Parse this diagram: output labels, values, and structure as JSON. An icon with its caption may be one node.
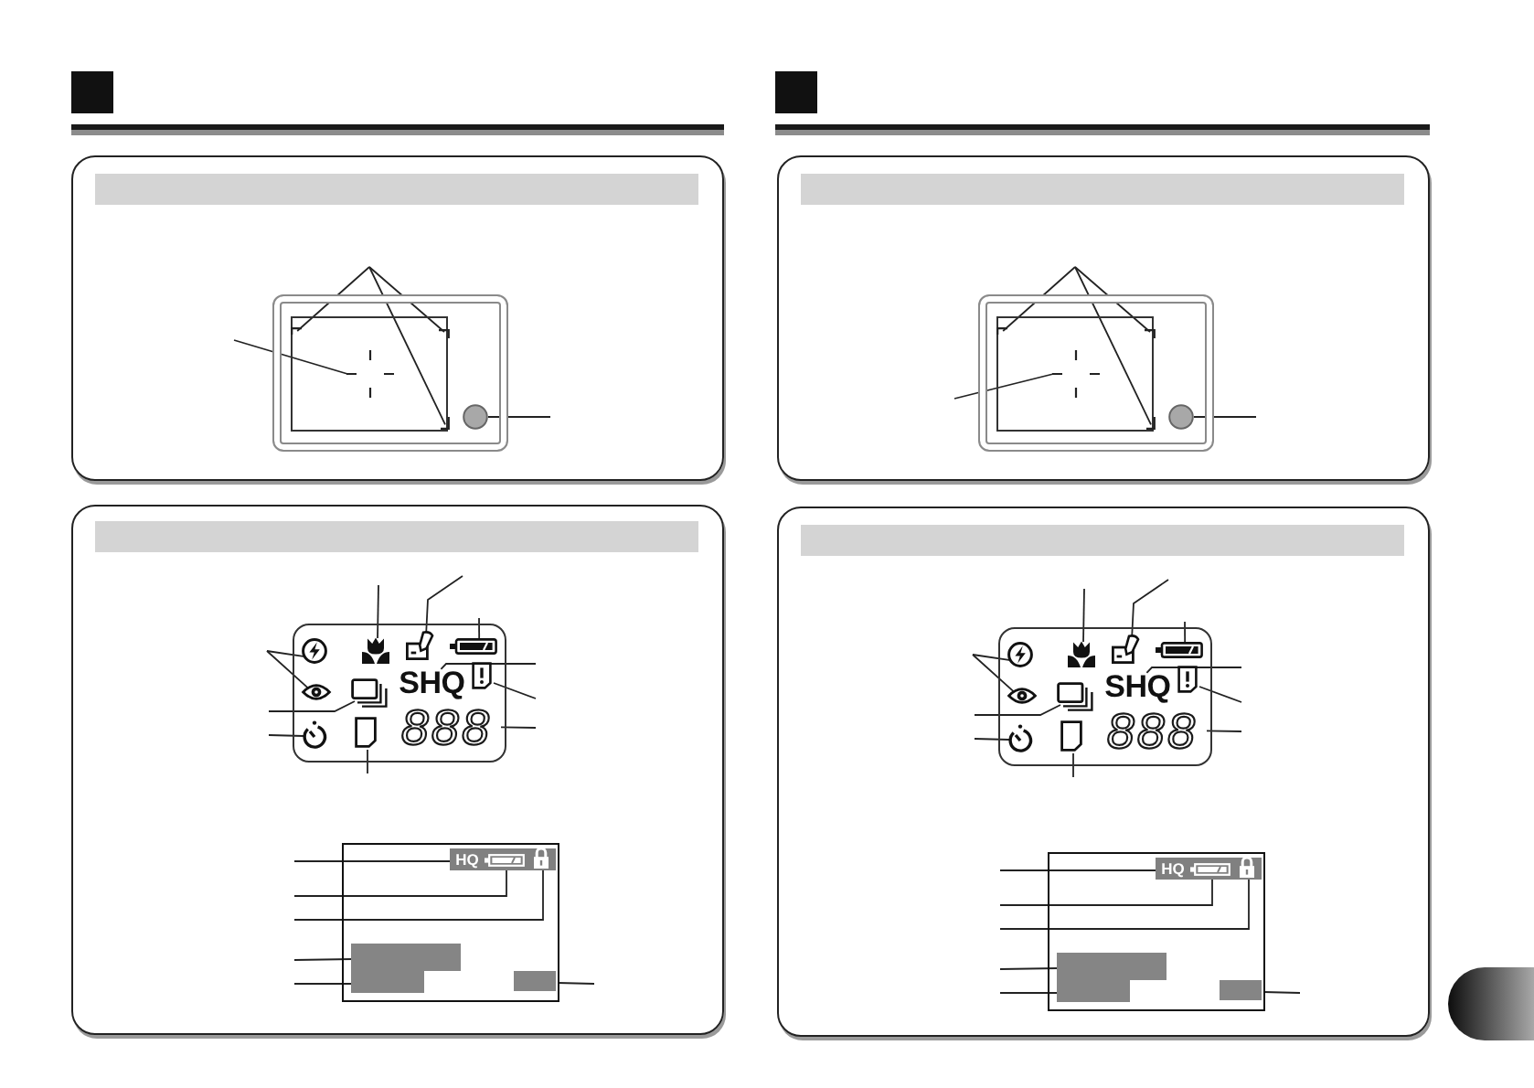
{
  "diagram": {
    "nodes": [
      {
        "text": [],
        "shape": "box"
      },
      {
        "text": [],
        "shape": "bar",
        "in": 0
      },
      {
        "text": [],
        "shape": "box",
        "in": 0
      },
      {
        "text": [],
        "shape": "picture",
        "in": 2
      },
      {
        "text": [],
        "shape": "picture",
        "in": 2
      },
      {
        "text": [],
        "shape": "picture",
        "in": 2
      },
      {
        "text": [],
        "shape": "picture",
        "in": 2
      },
      {
        "text": [],
        "shape": "circle",
        "in": 2
      },
      {
        "text": [],
        "shape": "box"
      },
      {
        "text": [],
        "shape": "bar",
        "in": 8
      },
      {
        "text": [],
        "shape": "box",
        "in": 8
      },
      {
        "text": [],
        "shape": "picture",
        "in": 10
      },
      {
        "text": [],
        "shape": "picture",
        "in": 10
      },
      {
        "text": [],
        "shape": "picture",
        "in": 10
      },
      {
        "text": [],
        "shape": "picture",
        "in": 10
      },
      {
        "text": [],
        "shape": "picture",
        "in": 10
      },
      {
        "text": [],
        "shape": "picture",
        "in": 10
      },
      {
        "text": [
          "SHQ"
        ],
        "in": 10
      },
      {
        "text": [],
        "shape": "picture",
        "in": 10
      },
      {
        "text": [],
        "shape": "picture",
        "in": 10
      },
      {
        "text": [],
        "shape": "box",
        "in": 10
      },
      {
        "text": [
          "888"
        ],
        "in": 10
      },
      {
        "text": [],
        "shape": "box",
        "in": 8
      },
      {
        "text": [
          "HQ"
        ],
        "in": 22
      },
      {
        "text": [],
        "shape": "picture",
        "in": 22
      },
      {
        "text": [],
        "shape": "picture",
        "in": 22
      },
      {
        "text": [],
        "shape": "box",
        "in": 22
      },
      {
        "text": [],
        "shape": "box",
        "in": 22
      },
      {
        "text": [],
        "shape": "box",
        "in": 22
      },
      {
        "text": [],
        "shape": "box"
      },
      {
        "text": [],
        "shape": "bar",
        "in": 29
      },
      {
        "text": [],
        "shape": "box",
        "in": 29
      },
      {
        "text": [],
        "shape": "picture",
        "in": 31
      },
      {
        "text": [],
        "shape": "picture",
        "in": 31
      },
      {
        "text": [],
        "shape": "picture",
        "in": 31
      },
      {
        "text": [],
        "shape": "picture",
        "in": 31
      },
      {
        "text": [],
        "shape": "circle",
        "in": 31
      },
      {
        "text": [],
        "shape": "box"
      },
      {
        "text": [],
        "shape": "bar",
        "in": 37
      },
      {
        "text": [],
        "shape": "box",
        "in": 37
      },
      {
        "text": [],
        "shape": "picture",
        "in": 39
      },
      {
        "text": [],
        "shape": "picture",
        "in": 39
      },
      {
        "text": [],
        "shape": "picture",
        "in": 39
      },
      {
        "text": [],
        "shape": "picture",
        "in": 39
      },
      {
        "text": [],
        "shape": "picture",
        "in": 39
      },
      {
        "text": [],
        "shape": "picture",
        "in": 39
      },
      {
        "text": [
          "SHQ"
        ],
        "in": 39
      },
      {
        "text": [],
        "shape": "picture",
        "in": 39
      },
      {
        "text": [],
        "shape": "picture",
        "in": 39
      },
      {
        "text": [],
        "shape": "box",
        "in": 39
      },
      {
        "text": [
          "888"
        ],
        "in": 39
      },
      {
        "text": [],
        "shape": "box",
        "in": 37
      },
      {
        "text": [
          "HQ"
        ],
        "in": 51
      },
      {
        "text": [],
        "shape": "picture",
        "in": 51
      },
      {
        "text": [],
        "shape": "picture",
        "in": 51
      },
      {
        "text": [],
        "shape": "box",
        "in": 51
      },
      {
        "text": [],
        "shape": "box",
        "in": 51
      },
      {
        "text": [],
        "shape": "box",
        "in": 51
      }
    ],
    "edges": [
      {
        "from": null,
        "to": 3,
        "arrow": "none"
      },
      {
        "from": null,
        "to": 4,
        "arrow": "none"
      },
      {
        "from": null,
        "to": 5,
        "arrow": "none"
      },
      {
        "from": null,
        "to": 6,
        "arrow": "none"
      },
      {
        "from": null,
        "to": 7,
        "arrow": "none"
      },
      {
        "from": null,
        "to": 11,
        "arrow": "none"
      },
      {
        "from": null,
        "to": 15,
        "arrow": "none"
      },
      {
        "from": null,
        "to": 16,
        "arrow": "none"
      },
      {
        "from": null,
        "to": 19,
        "arrow": "none"
      },
      {
        "from": null,
        "to": 12,
        "arrow": "none"
      },
      {
        "from": null,
        "to": 13,
        "arrow": "none"
      },
      {
        "from": null,
        "to": 14,
        "arrow": "none"
      },
      {
        "from": null,
        "to": 17,
        "arrow": "none"
      },
      {
        "from": null,
        "to": 18,
        "arrow": "none"
      },
      {
        "from": null,
        "to": 21,
        "arrow": "none"
      },
      {
        "from": null,
        "to": 20,
        "arrow": "none"
      },
      {
        "from": null,
        "to": 23,
        "arrow": "none"
      },
      {
        "from": null,
        "to": 24,
        "arrow": "none"
      },
      {
        "from": null,
        "to": 25,
        "arrow": "none"
      },
      {
        "from": null,
        "to": 26,
        "arrow": "none"
      },
      {
        "from": null,
        "to": 27,
        "arrow": "none"
      },
      {
        "from": null,
        "to": 28,
        "arrow": "none"
      },
      {
        "from": null,
        "to": 32,
        "arrow": "none"
      },
      {
        "from": null,
        "to": 33,
        "arrow": "none"
      },
      {
        "from": null,
        "to": 34,
        "arrow": "none"
      },
      {
        "from": null,
        "to": 35,
        "arrow": "none"
      },
      {
        "from": null,
        "to": 36,
        "arrow": "none"
      },
      {
        "from": null,
        "to": 40,
        "arrow": "none"
      },
      {
        "from": null,
        "to": 44,
        "arrow": "none"
      },
      {
        "from": null,
        "to": 45,
        "arrow": "none"
      },
      {
        "from": null,
        "to": 48,
        "arrow": "none"
      },
      {
        "from": null,
        "to": 41,
        "arrow": "none"
      },
      {
        "from": null,
        "to": 42,
        "arrow": "none"
      },
      {
        "from": null,
        "to": 43,
        "arrow": "none"
      },
      {
        "from": null,
        "to": 46,
        "arrow": "none"
      },
      {
        "from": null,
        "to": 47,
        "arrow": "none"
      },
      {
        "from": null,
        "to": 50,
        "arrow": "none"
      },
      {
        "from": null,
        "to": 49,
        "arrow": "none"
      },
      {
        "from": null,
        "to": 52,
        "arrow": "none"
      },
      {
        "from": null,
        "to": 53,
        "arrow": "none"
      },
      {
        "from": null,
        "to": 54,
        "arrow": "none"
      },
      {
        "from": null,
        "to": 55,
        "arrow": "none"
      },
      {
        "from": null,
        "to": 56,
        "arrow": "none"
      },
      {
        "from": null,
        "to": 57,
        "arrow": "none"
      }
    ]
  }
}
